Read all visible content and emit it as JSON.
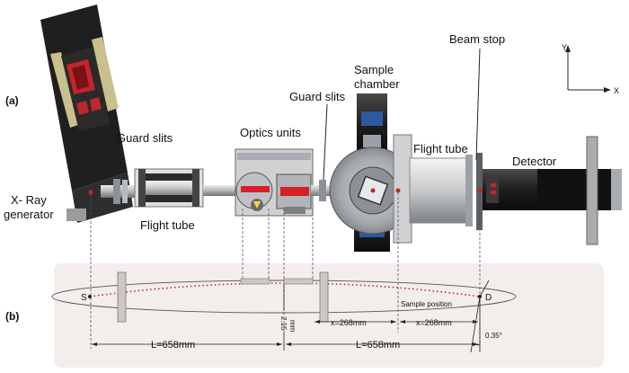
{
  "panel_labels": {
    "a": "(a)",
    "b": "(b)"
  },
  "components": {
    "xray_generator": [
      "X- Ray",
      "generator"
    ],
    "guard_slits_left": "Guard slits",
    "flight_tube_left": "Flight tube",
    "optics_units": "Optics units",
    "guard_slits_right": "Guard slits",
    "sample_chamber": [
      "Sample",
      "chamber"
    ],
    "flight_tube_right": "Flight tube",
    "beam_stop": "Beam stop",
    "detector": "Detector"
  },
  "axes": {
    "y": "Y",
    "x": "X"
  },
  "schematic": {
    "source": "S",
    "detector": "D",
    "sample_position": "Sample position",
    "height_value": "2.15",
    "height_unit": "mm",
    "dist_left": "L=658mm",
    "dist_right": "L=658mm",
    "x_left": "x=268mm",
    "x_right": "x=268mm",
    "angle": "0.35°"
  },
  "colors": {
    "background_panel": "#f3eeeb",
    "beam_dots": "#cc2222",
    "red_accent": "#d61f26",
    "steel": "#a8abaf",
    "dark": "#1c1c1c"
  }
}
